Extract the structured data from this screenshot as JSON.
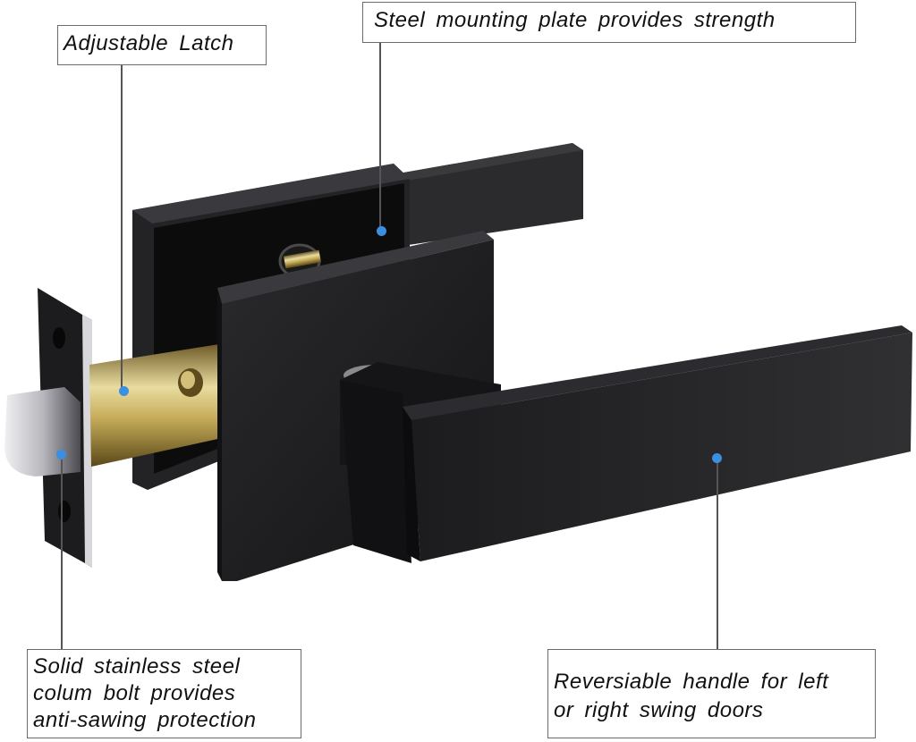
{
  "image": {
    "subject": "black square lever door handle with latch",
    "background": "#ffffff",
    "finish_color": "#1e1e20",
    "latch_brass_color": "#b89a4a",
    "bolt_chrome_color": "#c8c8cc",
    "marker_color": "#3a8fe0",
    "leader_line_color": "#555555"
  },
  "callouts": [
    {
      "id": "adjustable-latch",
      "lines": [
        "Adjustable  Latch"
      ]
    },
    {
      "id": "steel-mounting-plate",
      "lines": [
        "Steel  mounting  plate  provides  strength"
      ]
    },
    {
      "id": "stainless-steel-bolt",
      "lines": [
        "Solid  stainless  steel",
        "colum  bolt  provides",
        "anti-sawing  protection"
      ]
    },
    {
      "id": "reversible-handle",
      "lines": [
        "Reversiable  handle  for left",
        "or  right swing  doors"
      ]
    }
  ]
}
